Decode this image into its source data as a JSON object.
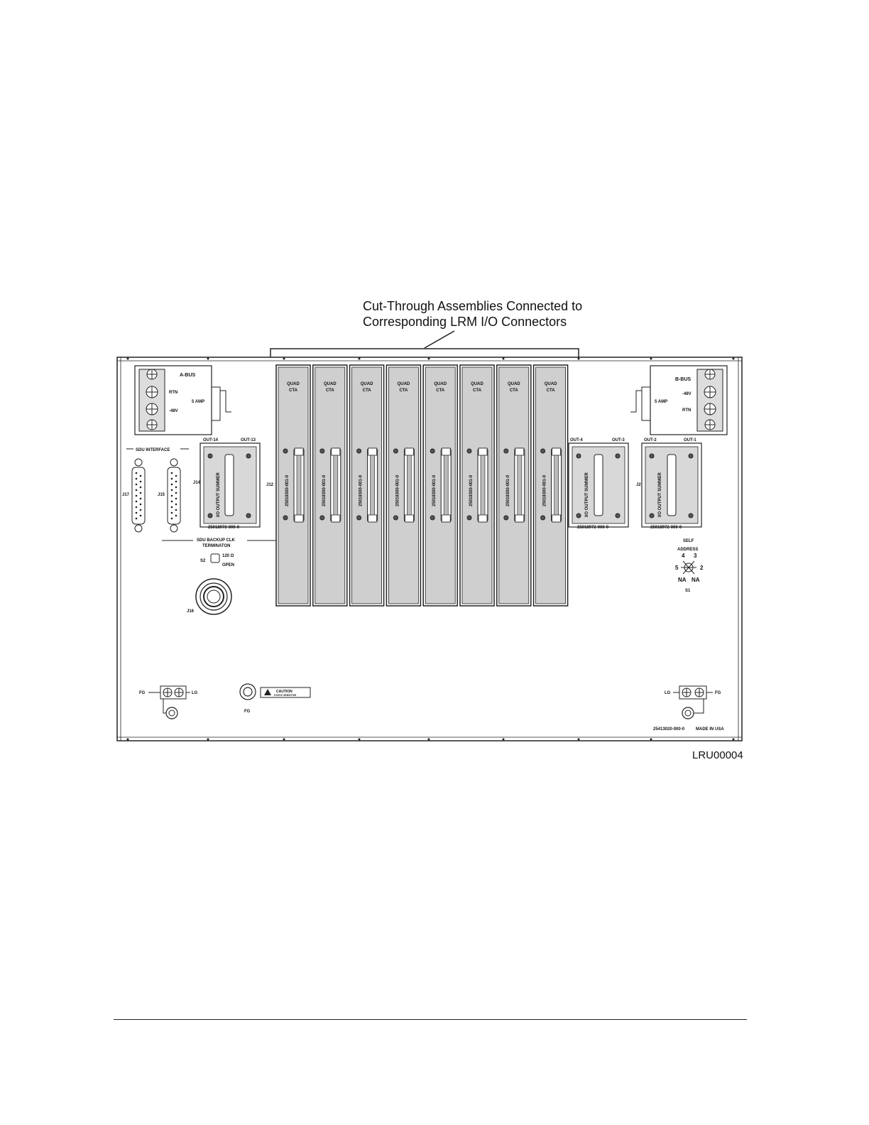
{
  "callout": {
    "line1": "Cut-Through Assemblies Connected to",
    "line2": "Corresponding LRM I/O Connectors"
  },
  "figure_id": "LRU00004",
  "panel": {
    "power_left": {
      "bus": "A-BUS",
      "rtn": "RTN",
      "neg": "-48V",
      "amp": "5 AMP"
    },
    "power_right": {
      "bus": "B-BUS",
      "rtn": "RTN",
      "neg": "-48V",
      "amp": "5 AMP"
    },
    "sdu_interface": "SDU INTERFACE",
    "j17": "J17",
    "j15": "J15",
    "j14": "J14",
    "j12": "J12",
    "j2": "J2",
    "j16": "J16",
    "summer_left": {
      "out_a": "OUT-14",
      "out_b": "OUT-13",
      "title": "I/O OUTPUT SUMMER",
      "part": "25018972-000-0"
    },
    "summer_mid": {
      "out_a": "OUT-4",
      "out_b": "OUT-3",
      "title": "I/O OUTPUT SUMMER",
      "part": "25018972-000-0"
    },
    "summer_right": {
      "out_a": "OUT-2",
      "out_b": "OUT-1",
      "title": "I/O OUTPUT SUMMER",
      "part": "25018972-000-0"
    },
    "cta_cards": [
      {
        "line1": "QUAD",
        "line2": "CTA",
        "part": "25018300-001-0"
      },
      {
        "line1": "QUAD",
        "line2": "CTA",
        "part": "25018300-001-0"
      },
      {
        "line1": "QUAD",
        "line2": "CTA",
        "part": "25018300-001-0"
      },
      {
        "line1": "QUAD",
        "line2": "CTA",
        "part": "25018300-001-0"
      },
      {
        "line1": "QUAD",
        "line2": "CTA",
        "part": "25018300-001-0"
      },
      {
        "line1": "QUAD",
        "line2": "CTA",
        "part": "25018300-001-0"
      },
      {
        "line1": "QUAD",
        "line2": "CTA",
        "part": "25018300-001-0"
      },
      {
        "line1": "QUAD",
        "line2": "CTA",
        "part": "25018300-001-0"
      }
    ],
    "sdu_backup_1": "SDU BACKUP CLK",
    "sdu_backup_2": "TERMINATON",
    "s2": "S2",
    "s2_120": "120 Ω",
    "s2_open": "OPEN",
    "self_address_1": "SELF",
    "self_address_2": "ADDRESS",
    "addr_4": "4",
    "addr_3": "3",
    "addr_5": "5",
    "addr_2": "2",
    "addr_na_a": "NA",
    "addr_na_b": "NA",
    "s1": "S1",
    "ground_left": {
      "fg": "FG",
      "lg": "LG"
    },
    "ground_right": {
      "fg": "FG",
      "lg": "LG"
    },
    "fg_center": "FG",
    "caution_1": "CAUTION",
    "caution_2": "STATIC SENSITIVE",
    "part_number": "25413020-000-0",
    "made_in": "MADE IN USA"
  },
  "colors": {
    "panel": "#ffffff",
    "card": "#cfcfcf",
    "line": "#222222",
    "summer": "#d8d8d8"
  }
}
